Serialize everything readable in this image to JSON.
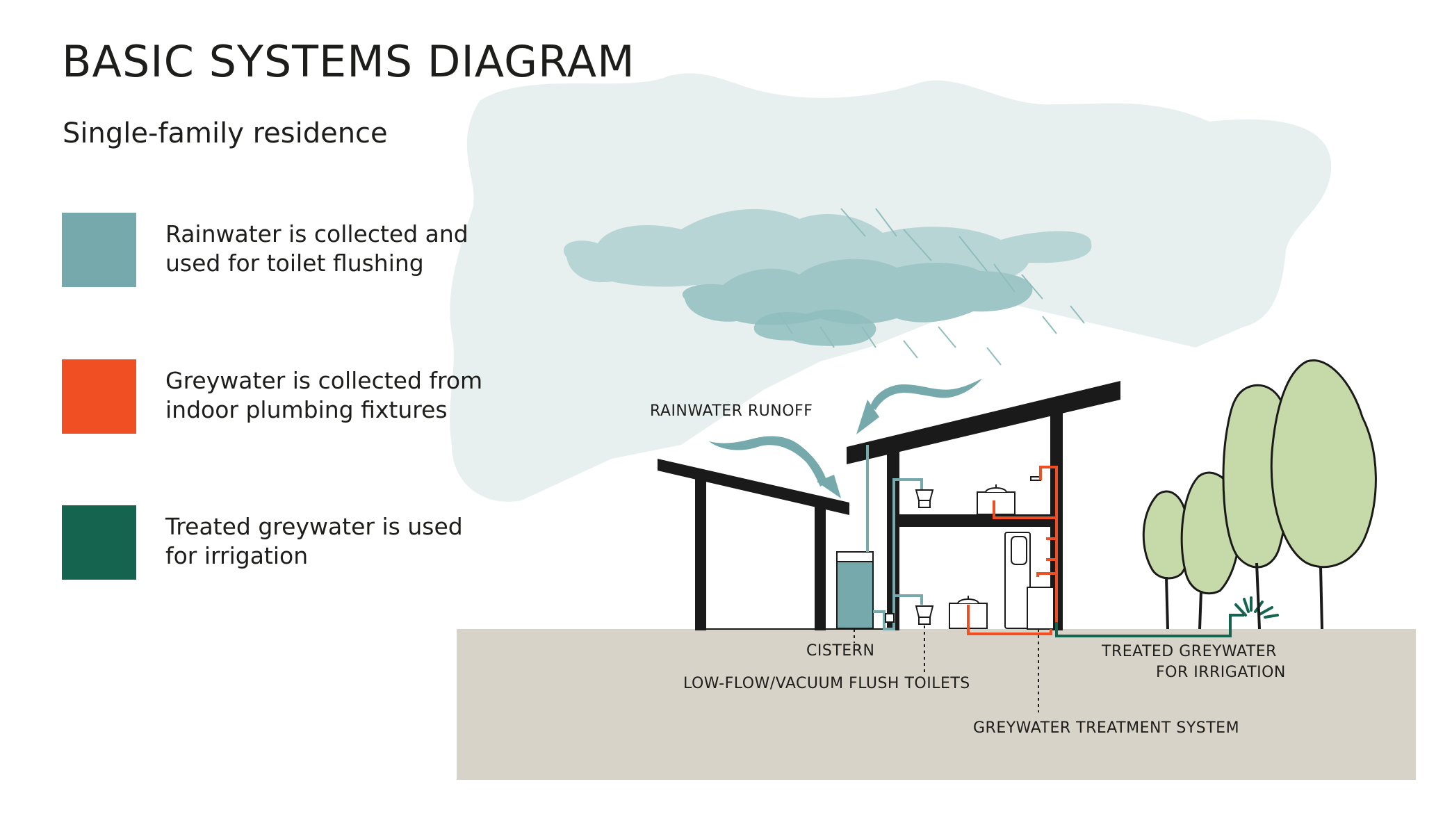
{
  "title": "BASIC SYSTEMS DIAGRAM",
  "subtitle": "Single-family residence",
  "legend": [
    {
      "color": "#75a9ab",
      "line1": "Rainwater is collected and",
      "line2": "used for toilet flushing"
    },
    {
      "color": "#f04e23",
      "line1": "Greywater is collected from",
      "line2": "indoor plumbing fixtures"
    },
    {
      "color": "#146450",
      "line1": "Treated greywater is used",
      "line2": "for irrigation"
    }
  ],
  "labels": {
    "rainwater_runoff": "RAINWATER RUNOFF",
    "cistern": "CISTERN",
    "toilets": "LOW-FLOW/VACUUM FLUSH TOILETS",
    "treated_line1": "TREATED GREYWATER",
    "treated_line2": "FOR IRRIGATION",
    "treatment_system": "GREYWATER TREATMENT SYSTEM"
  },
  "colors": {
    "rainwater": "#75a9ab",
    "greywater": "#f04e23",
    "treated": "#146450",
    "ground": "#d8d3c8",
    "sky": "#e8f0ef",
    "structure": "#1a1a1a",
    "tree": "#c6d9a8"
  }
}
